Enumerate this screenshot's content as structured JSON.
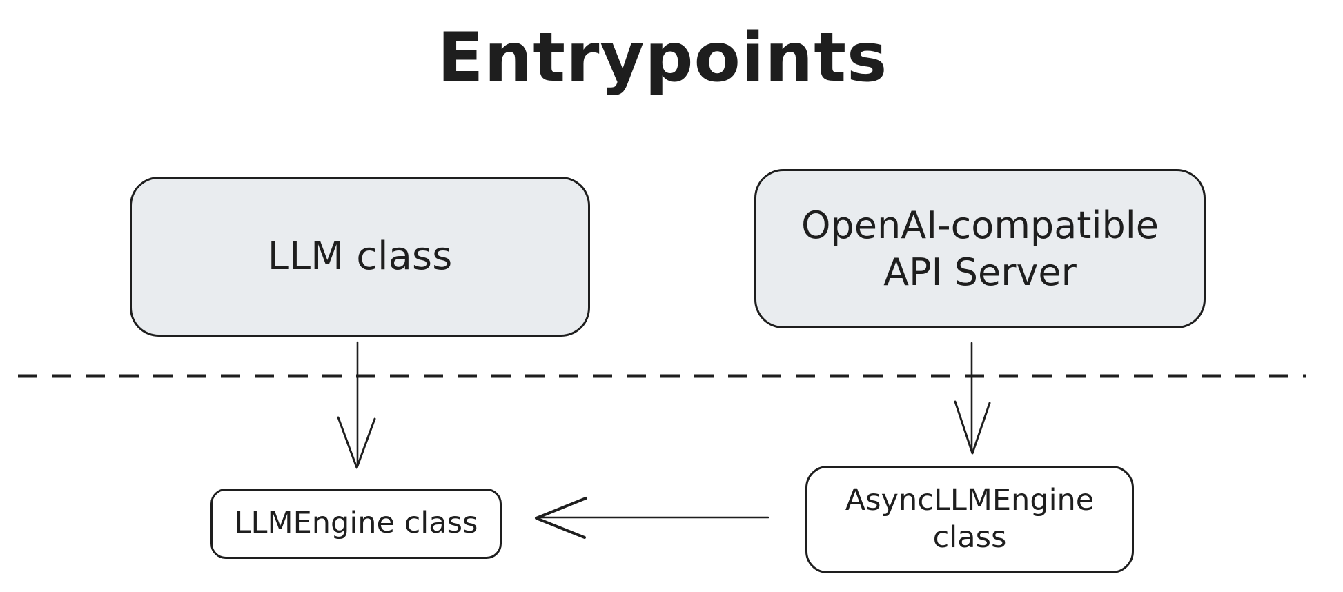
{
  "diagram": {
    "title": "Entrypoints",
    "colors": {
      "stroke": "#1e1e1e",
      "node_fill_gray": "#e9ecef",
      "node_fill_white": "#ffffff",
      "background": "#ffffff"
    },
    "nodes": [
      {
        "id": "llm-class",
        "fill": "gray",
        "lines": [
          "LLM class"
        ]
      },
      {
        "id": "openai-api-server",
        "fill": "gray",
        "lines": [
          "OpenAI-compatible",
          "API Server"
        ]
      },
      {
        "id": "llm-engine",
        "fill": "white",
        "lines": [
          "LLMEngine class"
        ]
      },
      {
        "id": "async-llm-engine",
        "fill": "white",
        "lines": [
          "AsyncLLMEngine",
          "class"
        ]
      }
    ],
    "edges": [
      {
        "from": "llm-class",
        "to": "llm-engine",
        "type": "arrow",
        "direction": "down"
      },
      {
        "from": "openai-api-server",
        "to": "async-llm-engine",
        "type": "arrow",
        "direction": "down"
      },
      {
        "from": "async-llm-engine",
        "to": "llm-engine",
        "type": "arrow",
        "direction": "left"
      }
    ],
    "separator": {
      "type": "dashed-line",
      "orientation": "horizontal"
    }
  }
}
